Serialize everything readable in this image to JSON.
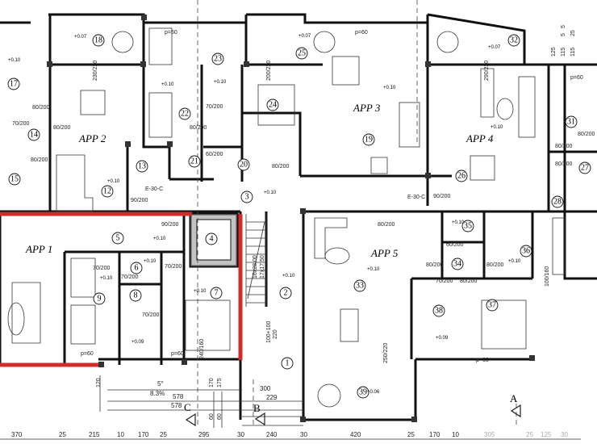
{
  "plan": {
    "apartments": [
      "APP 1",
      "APP 2",
      "APP 3",
      "APP 4",
      "APP 5"
    ],
    "rooms": [
      "18",
      "17",
      "14",
      "15",
      "12",
      "13",
      "22",
      "23",
      "21",
      "20",
      "3",
      "24",
      "25",
      "19",
      "32",
      "31",
      "26",
      "27",
      "28",
      "5",
      "4",
      "6",
      "7",
      "8",
      "9",
      "2",
      "1",
      "33",
      "35",
      "34",
      "36",
      "38",
      "37",
      "39"
    ],
    "elevations": [
      "+0.07",
      "+0.10",
      "+0.10",
      "+0.10",
      "+0.10",
      "+0.10",
      "+0.07",
      "+0.10",
      "+0.07",
      "+0.10",
      "+0.10",
      "+0.10",
      "+0.10",
      "+0.10",
      "+0.09",
      "+0.10",
      "+0.10",
      "+0.10",
      "+0.10",
      "+0.09",
      "+0.06"
    ],
    "door_labels": [
      "80/200",
      "70/200",
      "80/200",
      "80/200",
      "60/200",
      "80/200",
      "70/200",
      "90/200",
      "90/200",
      "80/200",
      "80/200",
      "80/200",
      "70/200",
      "70/200",
      "70/200",
      "70/200",
      "80/200",
      "80/200",
      "60/200",
      "90/200",
      "80/200",
      "80/200",
      "70/200",
      "80/200"
    ],
    "window_labels": [
      "p=60",
      "p=60",
      "p=60",
      "p=60",
      "p=60",
      "p=60",
      "230/220",
      "200/220",
      "290/220",
      "250/220",
      "240/160",
      "100/160"
    ],
    "stair_label_1": "16x28.00",
    "stair_label_2": "17x17.50",
    "corridor_label_1": "E-30-C",
    "corridor_label_2": "E-30-C",
    "ramp": {
      "angle": "5°",
      "slope": "8.3%",
      "len1": "578",
      "len2": "578",
      "w1": "300",
      "w2": "229",
      "h": "120",
      "v1": "170",
      "v2": "175",
      "v3": "60",
      "v4": "60",
      "entry": "220",
      "entry2": "100+100"
    },
    "right_dims": [
      "125",
      "115",
      "115",
      "5",
      "25",
      "5"
    ],
    "sections": [
      "A",
      "B",
      "C"
    ],
    "bottom_dims": [
      "370",
      "25",
      "215",
      "10",
      "170",
      "25",
      "295",
      "30",
      "240",
      "30",
      "420",
      "25",
      "170",
      "10",
      "305",
      "25",
      "125",
      "30"
    ]
  },
  "colors": {
    "accent_red": "#d42a2a",
    "lines": "#111111"
  }
}
